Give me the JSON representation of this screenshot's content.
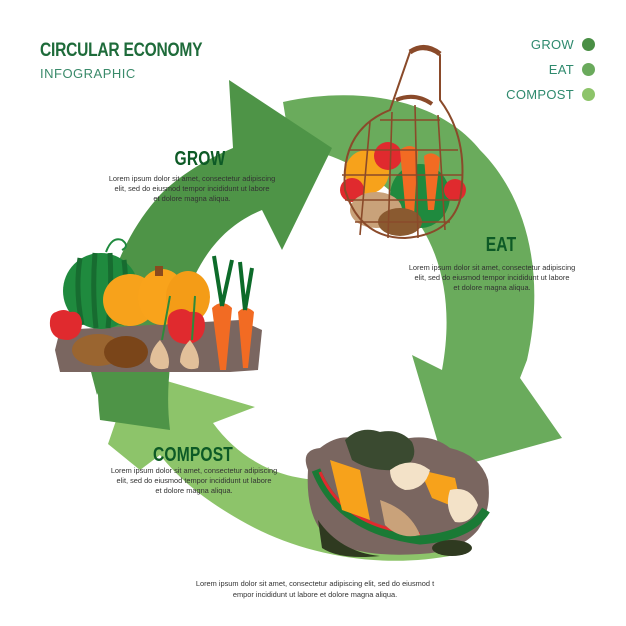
{
  "header": {
    "title": "CIRCULAR ECONOMY",
    "subtitle": "INFOGRAPHIC"
  },
  "legend": {
    "items": [
      {
        "label": "GROW",
        "color": "#4a8f45"
      },
      {
        "label": "EAT",
        "color": "#6aaa5c"
      },
      {
        "label": "COMPOST",
        "color": "#8dc46a"
      }
    ]
  },
  "colors": {
    "grow_arrow": "#4e9447",
    "eat_arrow": "#6aab5c",
    "compost_arrow": "#8dc46a",
    "stage_title": "#0d5a26",
    "header_title": "#1e6b3a",
    "header_subtitle": "#3a8a6a"
  },
  "stages": {
    "grow": {
      "title": "GROW",
      "text_line1": "Lorem ipsum dolor sit amet, consectetur adipiscing",
      "text_line2": "elit, sed do eiusmod tempor incididunt ut labore",
      "text_line3": "et dolore magna aliqua.",
      "illustration": "vegetables-harvest-icon"
    },
    "eat": {
      "title": "EAT",
      "text_line1": "Lorem ipsum dolor sit amet, consectetur adipiscing",
      "text_line2": "elit, sed do eiusmod tempor incididunt ut labore",
      "text_line3": "et dolore magna aliqua.",
      "illustration": "string-bag-groceries-icon"
    },
    "compost": {
      "title": "COMPOST",
      "text_line1": "Lorem ipsum dolor sit amet, consectetur adipiscing",
      "text_line2": "elit, sed do eiusmod tempor incididunt ut labore",
      "text_line3": "et dolore magna aliqua.",
      "illustration": "compost-pile-icon"
    }
  },
  "footer": {
    "line1": "Lorem ipsum dolor sit amet, consectetur adipiscing  elit, sed do eiusmod t",
    "line2": "empor incididunt ut labore et dolore magna aliqua."
  }
}
